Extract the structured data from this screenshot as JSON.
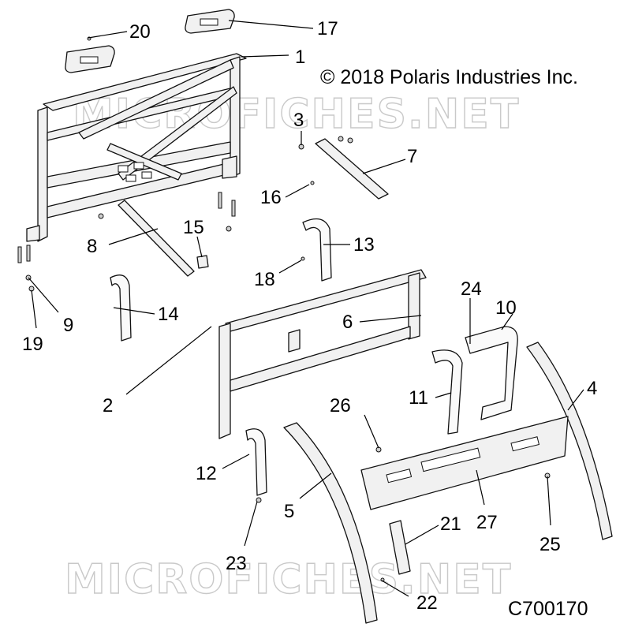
{
  "copyright": "© 2018 Polaris Industries Inc.",
  "diagram_code": "C700170",
  "watermark": "MICROFICHES.NET",
  "callouts": [
    {
      "id": "c1",
      "label": "1"
    },
    {
      "id": "c2",
      "label": "2"
    },
    {
      "id": "c3",
      "label": "3"
    },
    {
      "id": "c4",
      "label": "4"
    },
    {
      "id": "c5",
      "label": "5"
    },
    {
      "id": "c6",
      "label": "6"
    },
    {
      "id": "c7",
      "label": "7"
    },
    {
      "id": "c8",
      "label": "8"
    },
    {
      "id": "c9",
      "label": "9"
    },
    {
      "id": "c10",
      "label": "10"
    },
    {
      "id": "c11",
      "label": "11"
    },
    {
      "id": "c12",
      "label": "12"
    },
    {
      "id": "c13",
      "label": "13"
    },
    {
      "id": "c14",
      "label": "14"
    },
    {
      "id": "c15",
      "label": "15"
    },
    {
      "id": "c16",
      "label": "16"
    },
    {
      "id": "c17",
      "label": "17"
    },
    {
      "id": "c18",
      "label": "18"
    },
    {
      "id": "c19",
      "label": "19"
    },
    {
      "id": "c20",
      "label": "20"
    },
    {
      "id": "c21",
      "label": "21"
    },
    {
      "id": "c22",
      "label": "22"
    },
    {
      "id": "c23",
      "label": "23"
    },
    {
      "id": "c24",
      "label": "24"
    },
    {
      "id": "c25",
      "label": "25"
    },
    {
      "id": "c26",
      "label": "26"
    },
    {
      "id": "c27",
      "label": "27"
    }
  ]
}
